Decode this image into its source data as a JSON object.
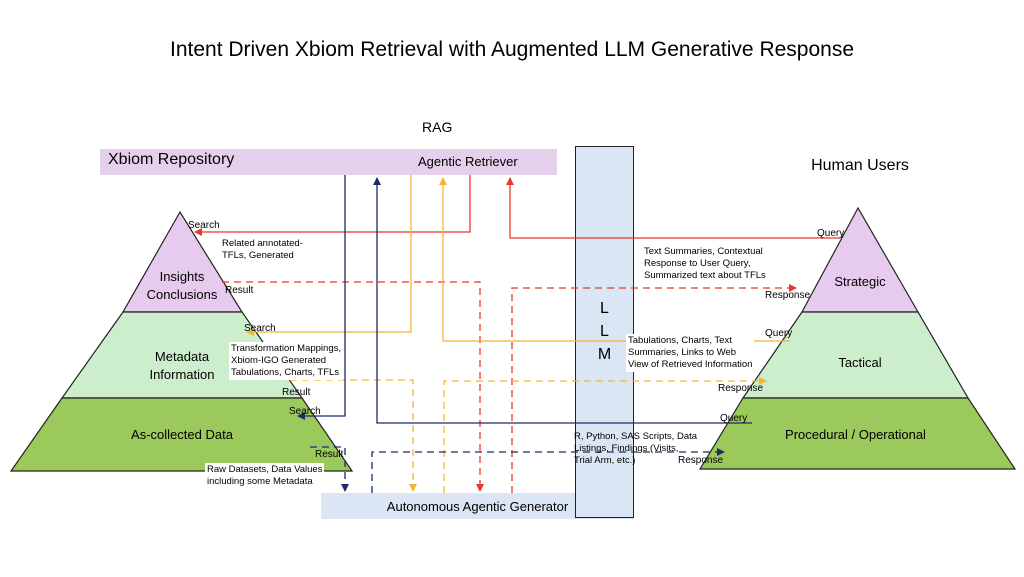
{
  "title": "Intent Driven Xbiom Retrieval with Augmented LLM Generative Response",
  "rag_label": "RAG",
  "repository": {
    "label": "Xbiom Repository",
    "retriever": "Agentic Retriever"
  },
  "generator": "Autonomous Agentic Generator",
  "llm": [
    "L",
    "L",
    "M"
  ],
  "left_pyramid": {
    "levels": [
      {
        "label": "Insights Conclusions",
        "lines": [
          "Insights",
          "Conclusions"
        ],
        "color": "#e6cbee"
      },
      {
        "label": "Metadata Information",
        "lines": [
          "Metadata",
          "Information"
        ],
        "color": "#cdeecc"
      },
      {
        "label": "As-collected Data",
        "lines": [
          "As-collected Data"
        ],
        "color": "#9bc95b"
      }
    ]
  },
  "right_pyramid": {
    "title": "Human Users",
    "levels": [
      {
        "label": "Strategic",
        "color": "#e6cbee"
      },
      {
        "label": "Tactical",
        "color": "#cdeecc"
      },
      {
        "label": "Procedural / Operational",
        "color": "#9bc95b"
      }
    ]
  },
  "flow_labels": {
    "search": "Search",
    "result": "Result",
    "query": "Query",
    "response": "Response"
  },
  "annotations": {
    "insights": [
      "Related annotated-",
      "TFLs, Generated"
    ],
    "metadata": [
      "Transformation Mappings,",
      "Xbiom-IGO Generated",
      "Tabulations, Charts, TFLs"
    ],
    "raw": [
      "Raw Datasets, Data Values",
      "including some Metadata"
    ],
    "strategic": [
      "Text Summaries, Contextual",
      "Response to User Query,",
      "Summarized text about TFLs"
    ],
    "tactical": [
      "Tabulations, Charts, Text",
      "Summaries, Links to Web",
      "View of Retrieved Information"
    ],
    "procedural": [
      "R, Python, SAS Scripts, Data",
      "Listings, Findings (Visits,",
      "Trial Arm, etc.)"
    ]
  },
  "colors": {
    "red": "#e8382b",
    "orange": "#f2b632",
    "navy": "#1d2a6b",
    "black": "#222222"
  }
}
